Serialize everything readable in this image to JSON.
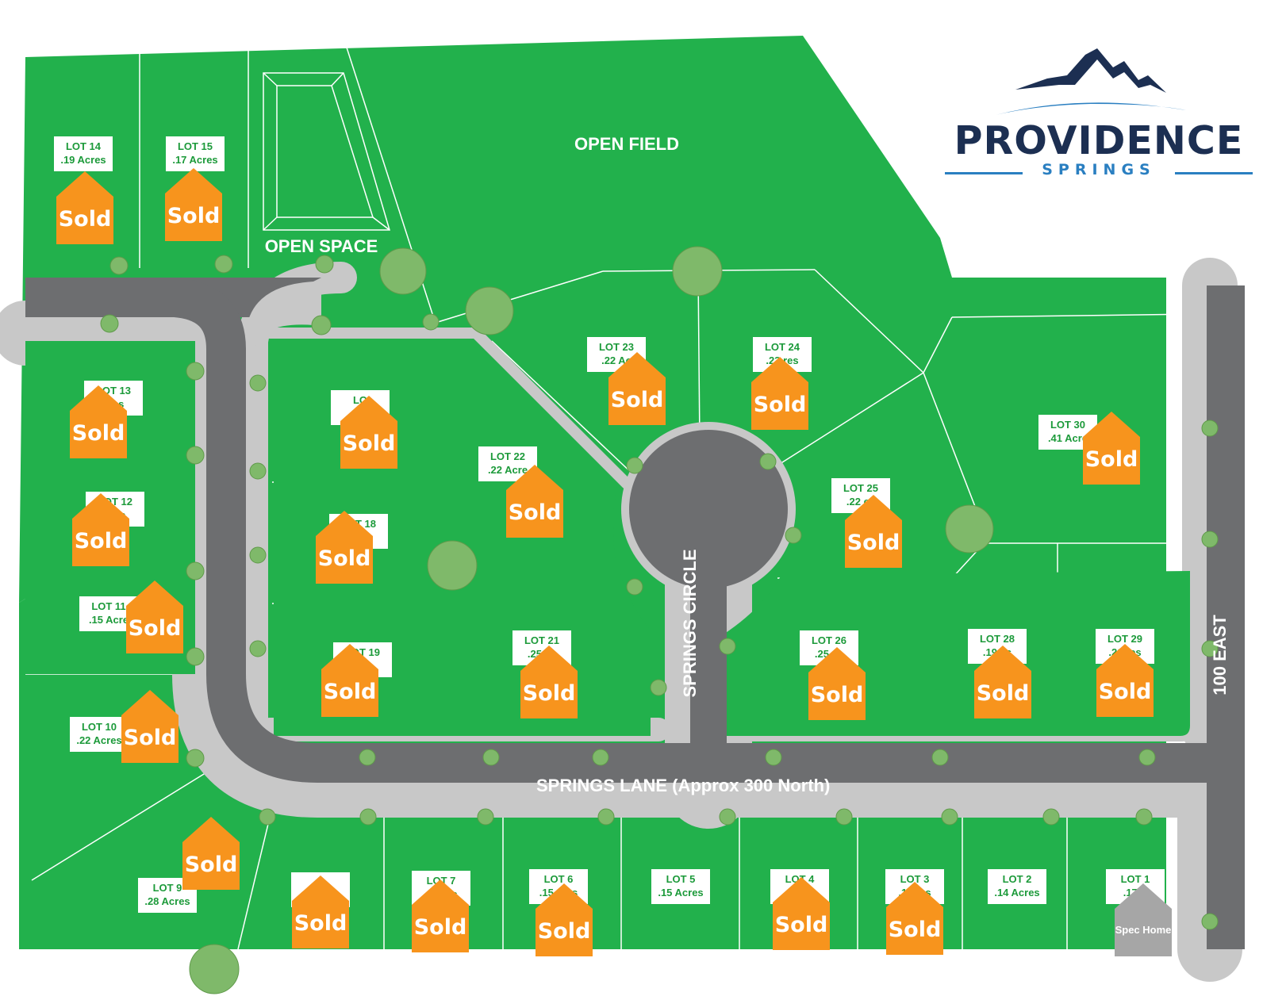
{
  "brand": {
    "name": "PROVIDENCE",
    "tagline": "SPRINGS",
    "navy": "#1c2f52",
    "blue": "#2a7fc1"
  },
  "areas": {
    "open_field": "OPEN FIELD",
    "open_space": "OPEN SPACE"
  },
  "roads": {
    "springs_lane": "SPRINGS LANE (Approx 300 North)",
    "springs_circle": "SPRINGS CIRCLE",
    "east_street": "100 EAST"
  },
  "colors": {
    "lot_green": "#22b14c",
    "road": "#6d6e70",
    "sidewalk": "#c8c8c8",
    "sold": "#f7941d",
    "spec": "#a6a6a6",
    "label_text": "#1c9a3a"
  },
  "legend": {
    "sold": "Sold",
    "spec": "Spec Home"
  },
  "lots": [
    {
      "id": "lot-14",
      "name": "LOT 14",
      "acres": ".19 Acres",
      "status": "sold"
    },
    {
      "id": "lot-15",
      "name": "LOT 15",
      "acres": ".17 Acres",
      "status": "sold"
    },
    {
      "id": "lot-13",
      "name": "LOT 13",
      "acres": "cres",
      "status": "sold"
    },
    {
      "id": "lot-12",
      "name": "LOT 12",
      "acres": "cres",
      "status": "sold"
    },
    {
      "id": "lot-11",
      "name": "LOT 11",
      "acres": ".15 Acre",
      "status": "sold"
    },
    {
      "id": "lot-10",
      "name": "LOT 10",
      "acres": ".22 Acres",
      "status": "sold"
    },
    {
      "id": "lot-9",
      "name": "LOT 9",
      "acres": ".28 Acres",
      "status": "sold"
    },
    {
      "id": "lot-8",
      "name": "",
      "acres": "",
      "status": "sold"
    },
    {
      "id": "lot-7",
      "name": "LOT 7",
      "acres": ".1  cres",
      "status": "sold"
    },
    {
      "id": "lot-6",
      "name": "LOT 6",
      "acres": ".15  cres",
      "status": "sold"
    },
    {
      "id": "lot-5",
      "name": "LOT 5",
      "acres": ".15 Acres",
      "status": "available"
    },
    {
      "id": "lot-4",
      "name": "LOT 4",
      "acres": ".15  res",
      "status": "sold"
    },
    {
      "id": "lot-3",
      "name": "LOT 3",
      "acres": ".14  res",
      "status": "sold"
    },
    {
      "id": "lot-2",
      "name": "LOT 2",
      "acres": ".14 Acres",
      "status": "available"
    },
    {
      "id": "lot-1",
      "name": "LOT 1",
      "acres": ".17 A",
      "status": "spec"
    },
    {
      "id": "lot-17",
      "name": "LO",
      "acres": ".1",
      "status": "sold"
    },
    {
      "id": "lot-18",
      "name": "LOT 18",
      "acres": "es",
      "status": "sold"
    },
    {
      "id": "lot-19",
      "name": "LOT 19",
      "acres": "res",
      "status": "sold"
    },
    {
      "id": "lot-22",
      "name": "LOT 22",
      "acres": ".22 Acre",
      "status": "sold"
    },
    {
      "id": "lot-21",
      "name": "LOT 21",
      "acres": ".25  es",
      "status": "sold"
    },
    {
      "id": "lot-23",
      "name": "LOT 23",
      "acres": ".22 Ac",
      "status": "sold"
    },
    {
      "id": "lot-24",
      "name": "LOT 24",
      "acres": ".23  res",
      "status": "sold"
    },
    {
      "id": "lot-25",
      "name": "LOT 25",
      "acres": ".22  es",
      "status": "sold"
    },
    {
      "id": "lot-26",
      "name": "LOT 26",
      "acres": ".25  es",
      "status": "sold"
    },
    {
      "id": "lot-28",
      "name": "LOT 28",
      "acres": ".19  es",
      "status": "sold"
    },
    {
      "id": "lot-29",
      "name": "LOT 29",
      "acres": ".21  res",
      "status": "sold"
    },
    {
      "id": "lot-30",
      "name": "LOT 30",
      "acres": ".41 Acre",
      "status": "sold"
    }
  ]
}
